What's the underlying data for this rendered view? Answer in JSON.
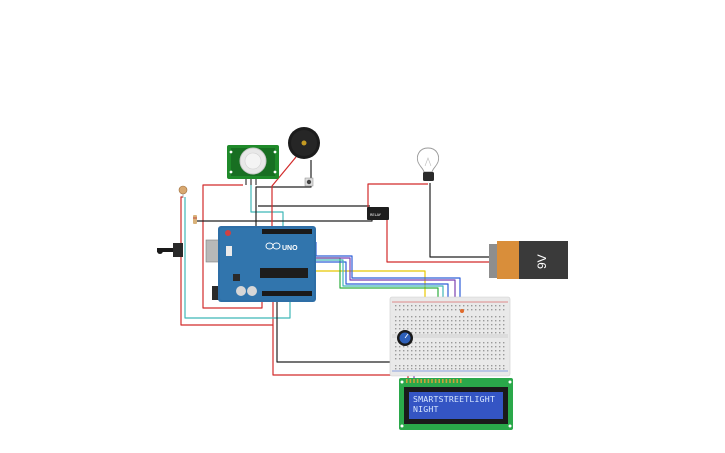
{
  "lcd": {
    "line1": "SMARTSTREETLIGHT",
    "line2": "NIGHT"
  },
  "battery": {
    "label": "9V"
  },
  "arduino": {
    "brand_text": "UNO"
  },
  "colors": {
    "wire_red": "#d22b2b",
    "wire_black": "#222222",
    "wire_teal": "#3fb7b7",
    "wire_yellow": "#e8c700",
    "wire_green": "#2eae3e",
    "wire_blue": "#2f5fd8",
    "wire_purple": "#7b3fb0",
    "arduino_board": "#2e6ea6",
    "pir_board": "#1f8a2a",
    "lcd_board": "#2aa84a",
    "lcd_screen": "#1a2e8c",
    "battery_body": "#3a3a3a",
    "battery_cap": "#d98e3a"
  },
  "components": [
    {
      "name": "arduino-uno",
      "icon": "microcontroller-icon"
    },
    {
      "name": "pir-sensor",
      "icon": "motion-sensor-icon"
    },
    {
      "name": "piezo-buzzer",
      "icon": "buzzer-icon"
    },
    {
      "name": "push-button",
      "icon": "button-icon"
    },
    {
      "name": "light-bulb",
      "icon": "bulb-icon"
    },
    {
      "name": "relay",
      "icon": "relay-icon"
    },
    {
      "name": "battery-9v",
      "icon": "battery-icon"
    },
    {
      "name": "photoresistor",
      "icon": "ldr-icon"
    },
    {
      "name": "breadboard",
      "icon": "breadboard-icon"
    },
    {
      "name": "potentiometer",
      "icon": "potentiometer-icon"
    },
    {
      "name": "lcd-16x2",
      "icon": "lcd-icon"
    }
  ]
}
